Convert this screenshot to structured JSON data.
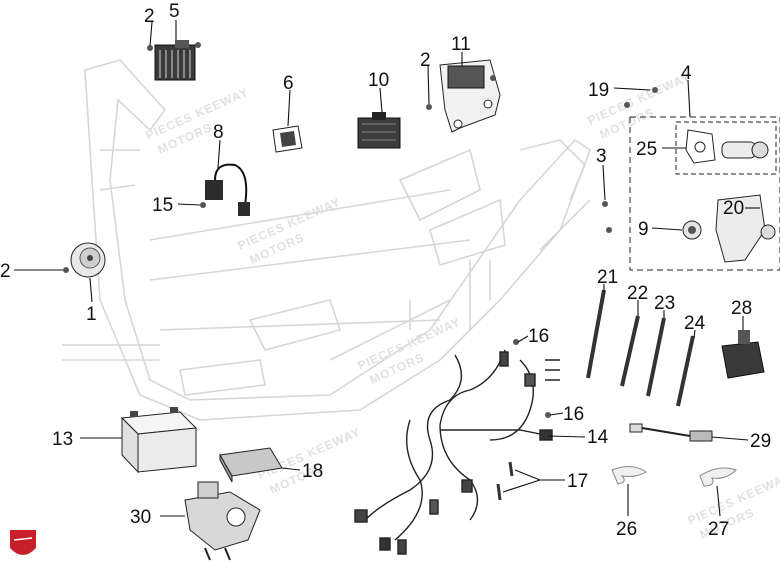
{
  "diagram": {
    "callouts": [
      {
        "key": "c2a",
        "text": "2"
      },
      {
        "key": "c5",
        "text": "5"
      },
      {
        "key": "c2b",
        "text": "2"
      },
      {
        "key": "c11",
        "text": "11"
      },
      {
        "key": "c10",
        "text": "10"
      },
      {
        "key": "c6",
        "text": "6"
      },
      {
        "key": "c19",
        "text": "19"
      },
      {
        "key": "c4",
        "text": "4"
      },
      {
        "key": "c8",
        "text": "8"
      },
      {
        "key": "c25",
        "text": "25"
      },
      {
        "key": "c3",
        "text": "3"
      },
      {
        "key": "c15",
        "text": "15"
      },
      {
        "key": "c20",
        "text": "20"
      },
      {
        "key": "c9",
        "text": "9"
      },
      {
        "key": "c2c",
        "text": "2"
      },
      {
        "key": "c1",
        "text": "1"
      },
      {
        "key": "c21",
        "text": "21"
      },
      {
        "key": "c22",
        "text": "22"
      },
      {
        "key": "c23",
        "text": "23"
      },
      {
        "key": "c24",
        "text": "24"
      },
      {
        "key": "c28",
        "text": "28"
      },
      {
        "key": "c16a",
        "text": "16"
      },
      {
        "key": "c16b",
        "text": "16"
      },
      {
        "key": "c14",
        "text": "14"
      },
      {
        "key": "c13",
        "text": "13"
      },
      {
        "key": "c18",
        "text": "18"
      },
      {
        "key": "c17",
        "text": "17"
      },
      {
        "key": "c29",
        "text": "29"
      },
      {
        "key": "c30",
        "text": "30"
      },
      {
        "key": "c26",
        "text": "26"
      },
      {
        "key": "c27",
        "text": "27"
      }
    ],
    "watermark": [
      "PIECES KEEWAY",
      "MOTORS"
    ],
    "colors": {
      "ink": "#111111",
      "frame": "#d6d6d6",
      "logo": "#c8202a"
    }
  }
}
